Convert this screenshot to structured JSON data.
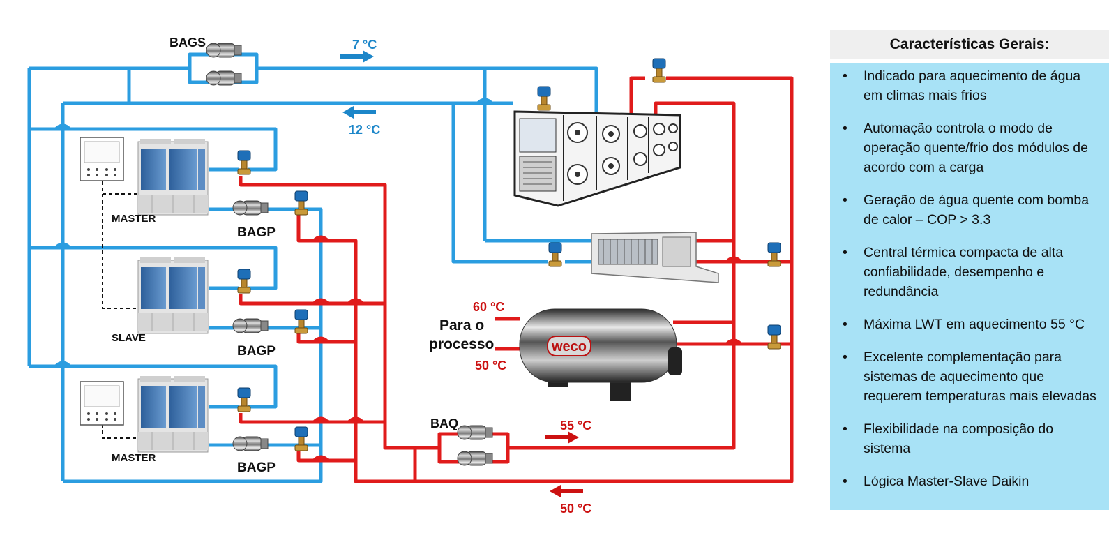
{
  "labels": {
    "bags": "BAGS",
    "bagp": "BAGP",
    "baq": "BAQ",
    "master": "MASTER",
    "slave": "SLAVE",
    "para_o": "Para o",
    "processo": "processo",
    "brand": "weco"
  },
  "temps": {
    "supply_cold": "7 °C",
    "return_cold": "12 °C",
    "process_hot": "60 °C",
    "process_ret": "50 °C",
    "supply_hot": "55 °C",
    "return_hot": "50 °C"
  },
  "panel": {
    "title": "Características Gerais:",
    "items": [
      "Indicado para aquecimento de água em climas mais frios",
      "Automação controla o modo de operação quente/frio dos módulos de acordo com a carga",
      "Geração de água quente com bomba de calor – COP > 3.3",
      "Central térmica compacta de alta confiabilidade, desempenho e redundância",
      "Máxima LWT em aquecimento 55 °C",
      "Excelente complementação para sistemas de aquecimento que requerem temperaturas mais elevadas",
      "Flexibilidade na composição do sistema",
      "Lógica Master-Slave Daikin"
    ]
  },
  "colors": {
    "cold_pipe": "#2b9de0",
    "hot_pipe": "#e01b1b",
    "panel_bg": "#a8e2f6",
    "panel_header": "#efefef"
  }
}
